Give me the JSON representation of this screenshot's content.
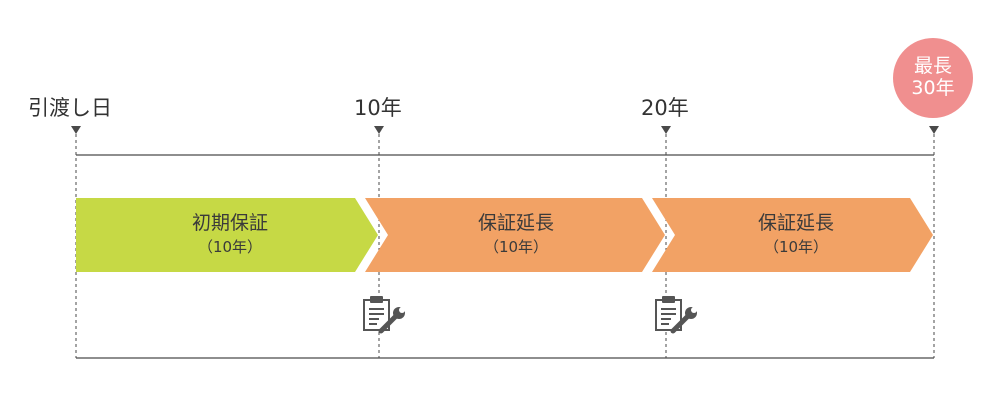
{
  "milestones": [
    {
      "label": "引渡し日"
    },
    {
      "label": "10年"
    },
    {
      "label": "20年"
    }
  ],
  "badge": {
    "line1": "最長",
    "line2": "30年",
    "color": "#f08f8f"
  },
  "segments": [
    {
      "title": "初期保証",
      "sub": "（10年）",
      "color": "#c6d945"
    },
    {
      "title": "保証延長",
      "sub": "（10年）",
      "color": "#f2a265"
    },
    {
      "title": "保証延長",
      "sub": "（10年）",
      "color": "#f2a265"
    }
  ],
  "icons": [
    "maintenance-clipboard-wrench-icon",
    "maintenance-clipboard-wrench-icon"
  ],
  "line_color": "#4a4a4a"
}
